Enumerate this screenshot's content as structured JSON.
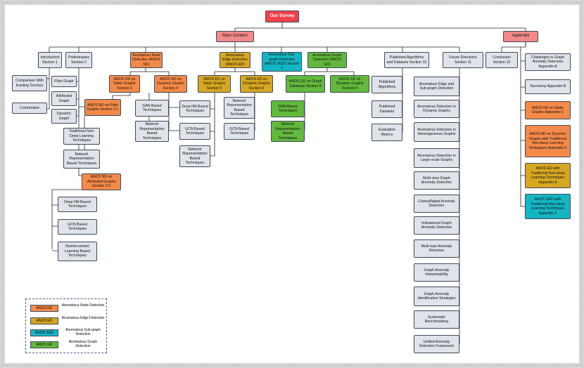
{
  "root": "Our Survey",
  "main": "Main Content",
  "appendix": "Appendix",
  "nodes": {
    "intro": "Introduction Section 1",
    "prelim": "Preliminaries Section 2",
    "comparison": "Comparison With Existing Surveys",
    "contribution": "Contribution",
    "plain_graph": "Plain Graph",
    "attributed_graph": "Attributed Graph",
    "dynamic_graph": "Dynamic Graph",
    "and": "Anomalous Node Detection (ANOS ND)",
    "and_static": "ANOS ND on Static Graphs Section 3",
    "and_dynamic": "ANOS ND on Dynamic Graphs Section 4",
    "and_plain": "ANOS ND on Plain Graphs Section 3.1",
    "trad_nondeep": "Traditional Non-Deep Learning Techniques",
    "net_rep_1": "Network Representation Based Techniques",
    "and_attr": "ANOS ND on Attributed Graphs Section 3.2",
    "deep_nn_1": "Deep NN Based Techniques",
    "gcn_1": "GCN Based Techniques",
    "rl_based": "Reinforcement Learning Based Techniques",
    "gan_based": "GAN Based Techniques",
    "net_rep_2": "Network Representation Based Techniques",
    "aed": "Anomalous Edge Detection (ANOS ED)",
    "aed_static": "ANOS ED on Static Graphs Section 5",
    "aed_dynamic": "ANOS ED on Dynamic Graphs Section 6",
    "deep_nn_2": "Deep NN Based Techniques",
    "gcn_2": "GCN Based Techniques",
    "net_rep_3": "Network Representation Based Techniques",
    "net_rep_4": "Network Representation Based Techniques",
    "gcn_3": "GCN Based Techniques",
    "asgd": "Anomalous Sub-graph Detection (ANOS SGD) Section 7",
    "agd": "Anomalous Graph Detection (ANOS GD)",
    "agd_db": "ANOS GD on Graph Database Section 8",
    "agd_dynamic": "ANOS GD on Dynamic Graphs Section 9",
    "gnn_based": "GNN Based Techniques",
    "net_rep_5": "Network Representation Based Techniques",
    "published": "Published Algorithms and Datasets Section 10",
    "pub_alg": "Published Algorithms",
    "pub_data": "Published Datasets",
    "eval_metrics": "Evaluation Metrics",
    "future": "Future Directions Section 11",
    "f1": "Anomalous Edge and Sub-graph Detection",
    "f2": "Anomalous Detection in Dynamic Graphs",
    "f3": "Anomalous Detection in Heterogeneous Graphs",
    "f4": "Anomalous Detection in Large-scale Graphs",
    "f5": "Multi-view Graph Anomaly Detection",
    "f6": "Camouflaged Anomaly Detection",
    "f7": "Imbalanced Graph Anomaly Detection",
    "f8": "Multi-task Anomaly Detection",
    "f9": "Graph Anomaly Interpretability",
    "f10": "Graph Anomaly Identification Strategies",
    "f11": "Systematic Benchmarking",
    "f12": "Unified Anomaly Detection Framework",
    "conclusion": "Conclusion Section 12",
    "a1": "Challenges in Graph Anomaly Detection Appendix A",
    "a2": "Taxonomy Appendix B",
    "a3": "ANOS ND on Static Graphs Appendix C",
    "a4": "ANOS ND on Dynamic Graphs with Traditional Non-deep Learning Techniques Appendix D",
    "a5": "ANOS ED with Traditional Non-deep Learning Techniques Appendix E",
    "a6": "ANOS SGD with Traditional Non-deep Learning Techniques Appendix F"
  },
  "legend": [
    {
      "tag": "ANOS ND",
      "text": "Anomalous Node Detection",
      "color": "#f58a48"
    },
    {
      "tag": "ANOS ED",
      "text": "Anomalous Edge Detection",
      "color": "#d7a722"
    },
    {
      "tag": "ANOS SGD",
      "text": "Anomalous Sub-graph Detection",
      "color": "#15b6c4"
    },
    {
      "tag": "ANOS GD",
      "text": "Anomalous Graph Detection",
      "color": "#62b93c"
    }
  ]
}
